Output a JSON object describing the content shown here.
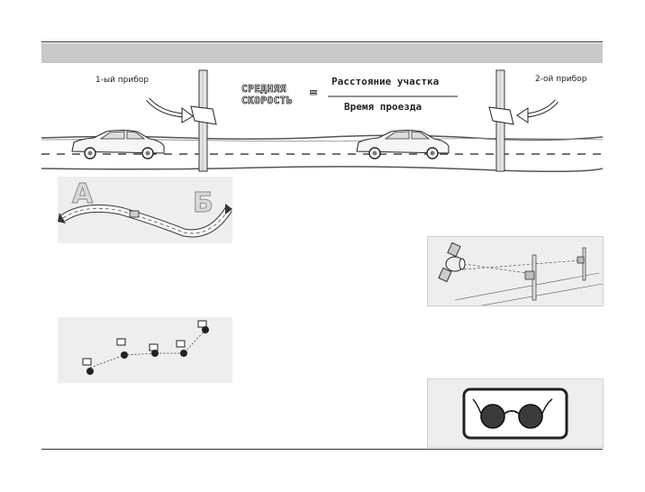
{
  "hero": {
    "device_1_label": "1-ый прибор",
    "device_2_label": "2-ой прибор",
    "avg_speed_line1": "СРЕДНЯЯ",
    "avg_speed_line2": "СКОРОСТЬ",
    "equals": "=",
    "numerator": "Расстояние участка",
    "denominator": "Время проезда"
  },
  "route_panel": {
    "point_a": "А",
    "point_b": "Б"
  },
  "colors": {
    "banner": "#c9c9c9",
    "panel": "#eeeeee",
    "ink": "#222222"
  },
  "icons": [
    "car-icon",
    "camera-pole-icon",
    "arrow-icon",
    "satellite-icon",
    "glasses-icon",
    "camera-icon"
  ]
}
